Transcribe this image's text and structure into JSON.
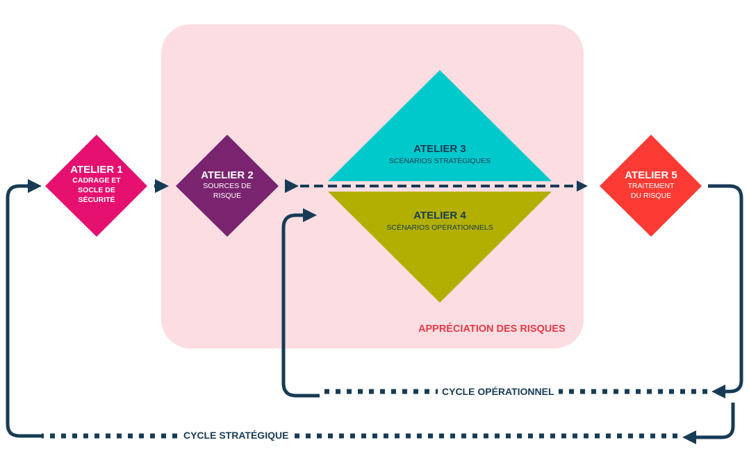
{
  "colors": {
    "zone_bg": "#fbdde2",
    "zone_text": "#e53b47",
    "arrow": "#173b55",
    "atelier1": "#e5106f",
    "atelier2": "#7a246f",
    "atelier3": "#00c9cb",
    "atelier4": "#b2af00",
    "atelier5": "#fb3a34"
  },
  "zone": {
    "label": "APPRÉCIATION DES RISQUES"
  },
  "ateliers": [
    {
      "title": "ATELIER 1",
      "subtitle": [
        "CADRAGE ET",
        "SOCLE DE",
        "SÉCURITÉ"
      ]
    },
    {
      "title": "ATELIER 2",
      "subtitle": [
        "SOURCES DE",
        "RISQUE"
      ]
    },
    {
      "title": "ATELIER 3",
      "subtitle": [
        "SCÉNARIOS STRATÉGIQUES"
      ]
    },
    {
      "title": "ATELIER 4",
      "subtitle": [
        "SCÉNARIOS OPÉRATIONNELS"
      ]
    },
    {
      "title": "ATELIER 5",
      "subtitle": [
        "TRAITEMENT",
        "DU RISQUE"
      ]
    }
  ],
  "cycles": {
    "operational": "CYCLE OPÉRATIONNEL",
    "strategic": "CYCLE STRATÉGIQUE"
  }
}
